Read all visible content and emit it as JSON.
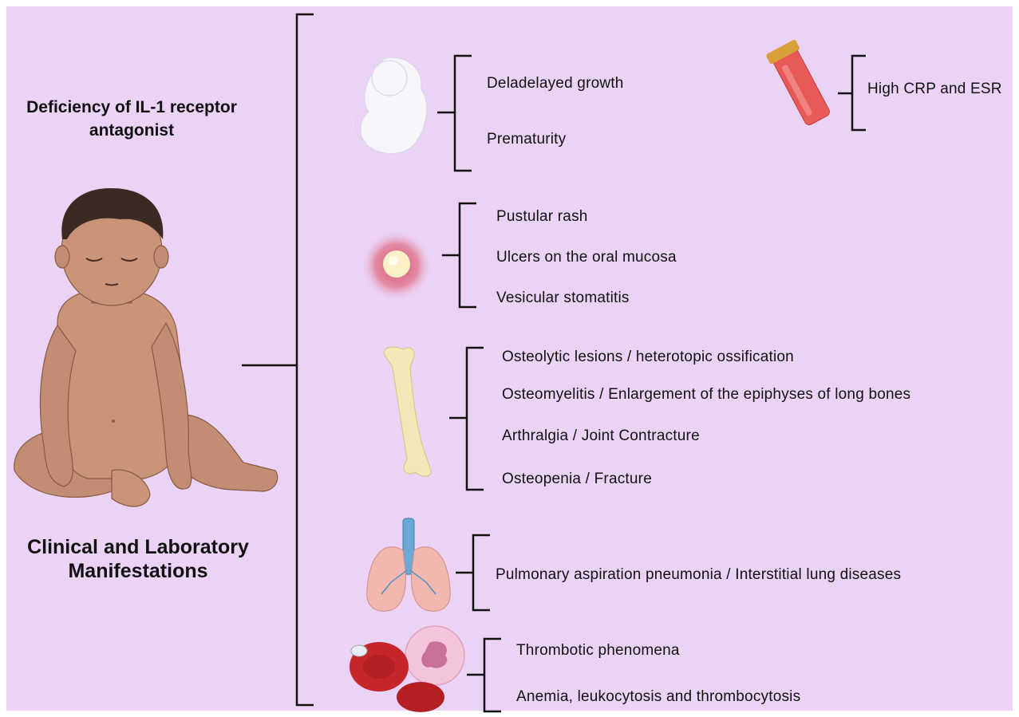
{
  "title_top": [
    "Deficiency of IL-1 receptor",
    "antagonist"
  ],
  "title_bottom": [
    "Clinical and Laboratory",
    "Manifestations"
  ],
  "groups": {
    "growth": [
      "Deladelayed growth",
      "Prematurity"
    ],
    "lab": [
      "High CRP and ESR"
    ],
    "skin": [
      "Pustular rash",
      "Ulcers on the oral mucosa",
      "Vesicular stomatitis"
    ],
    "bone": [
      "Osteolytic lesions / heterotopic ossification",
      "Osteomyelitis / Enlargement of the epiphyses of long bones",
      "Arthralgia / Joint Contracture",
      "Osteopenia / Fracture"
    ],
    "lung": [
      "Pulmonary aspiration pneumonia / Interstitial lung diseases"
    ],
    "blood": [
      "Thrombotic phenomena",
      "Anemia, leukocytosis and thrombocytosis"
    ]
  },
  "icons": [
    "baby-icon",
    "fetus-icon",
    "test-tube-icon",
    "pustule-icon",
    "bone-icon",
    "lungs-icon",
    "blood-cells-icon"
  ],
  "colors": {
    "background": "#ebd3f6",
    "lines": "#111111",
    "skin": "#c99478"
  }
}
